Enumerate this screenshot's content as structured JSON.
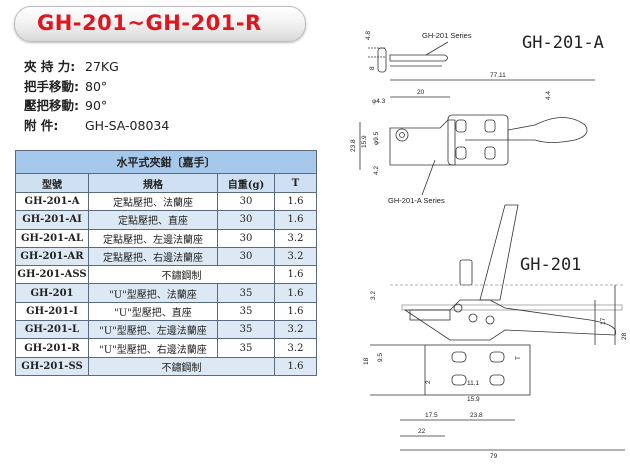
{
  "title": "GH-201~GH-201-R",
  "specs": [
    {
      "key": "夾 持 力:",
      "value": "27KG"
    },
    {
      "key": "把手移動:",
      "value": "80°"
    },
    {
      "key": "壓把移動:",
      "value": "90°"
    },
    {
      "key": "附      件:",
      "value": "GH-SA-08034"
    }
  ],
  "table": {
    "caption": "水平式夾鉗〔嘉手〕",
    "headers": [
      "型號",
      "規格",
      "自重(g)",
      "T"
    ],
    "rows": [
      [
        "GH-201-A",
        "定點壓把、法蘭座",
        "30",
        "1.6"
      ],
      [
        "GH-201-AI",
        "定點壓把、直座",
        "30",
        "1.6"
      ],
      [
        "GH-201-AL",
        "定點壓把、左邊法蘭座",
        "30",
        "3.2"
      ],
      [
        "GH-201-AR",
        "定點壓把、右邊法蘭座",
        "30",
        "3.2"
      ],
      [
        "GH-201-ASS",
        "不鏽鋼制",
        "",
        "1.6"
      ],
      [
        "GH-201",
        "\"U\"型壓把、法蘭座",
        "35",
        "1.6"
      ],
      [
        "GH-201-I",
        "\"U\"型壓把、直座",
        "35",
        "1.6"
      ],
      [
        "GH-201-L",
        "\"U\"型壓把、左邊法蘭座",
        "35",
        "3.2"
      ],
      [
        "GH-201-R",
        "\"U\"型壓把、右邊法蘭座",
        "35",
        "3.2"
      ],
      [
        "GH-201-SS",
        "不鏽鋼制",
        "",
        "1.6"
      ]
    ]
  },
  "drawing_top": {
    "big_label": "GH-201-A",
    "series_label": "GH-201 Series",
    "series_a_label": "GH-201-A Series",
    "dims": {
      "d4_8": "4.8",
      "d8": "8",
      "d77_11": "77.11",
      "d20": "20",
      "d4_4": "4.4",
      "phi4_3": "φ4.3",
      "d23_8": "23.8",
      "d15_9": "15.9",
      "phi9_5": "φ9.5",
      "d4_2": "4.2"
    }
  },
  "drawing_bottom": {
    "big_label": "GH-201",
    "dims": {
      "d3_2": "3.2",
      "d17": "17",
      "d28": "28",
      "d18": "18",
      "d9_5": "9.5",
      "t": "T",
      "d2": "2",
      "d11_1": "11.1",
      "d15_9": "15.9",
      "d17_5": "17.5",
      "d23_8": "23.8",
      "d22": "22",
      "d79": "79"
    }
  }
}
